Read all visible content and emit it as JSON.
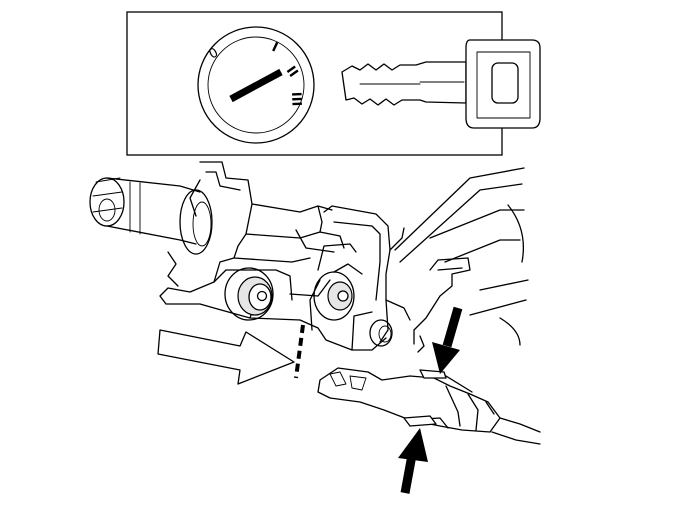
{
  "figure": {
    "inset": {
      "positions": [
        "0",
        "I",
        "II",
        "III"
      ]
    },
    "colors": {
      "line": "#000000",
      "background": "#ffffff",
      "shade": "#e6e6e6"
    },
    "icons": [
      "ignition-dial-icon",
      "key-icon",
      "insert-arrow-icon",
      "push-down-arrow-icon",
      "push-up-arrow-icon"
    ]
  }
}
